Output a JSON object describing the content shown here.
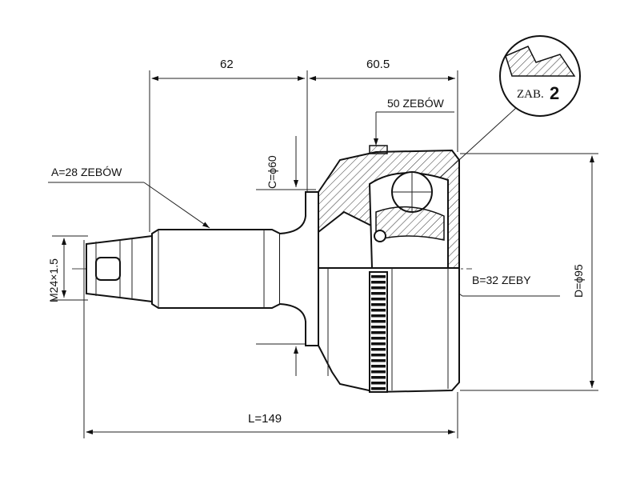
{
  "dimensions": {
    "shaft_length": "62",
    "housing_length": "60.5",
    "outer_teeth": "50 ZEBÓW",
    "shaft_teeth": "A=28 ZEBÓW",
    "seal_diameter": "C=ϕ60",
    "thread": "M24×1.5",
    "inner_teeth": "B=32 ZEBY",
    "outer_diameter": "D=ϕ95",
    "total_length": "L=149"
  },
  "detail": {
    "label": "ZAB.",
    "number": "2"
  }
}
